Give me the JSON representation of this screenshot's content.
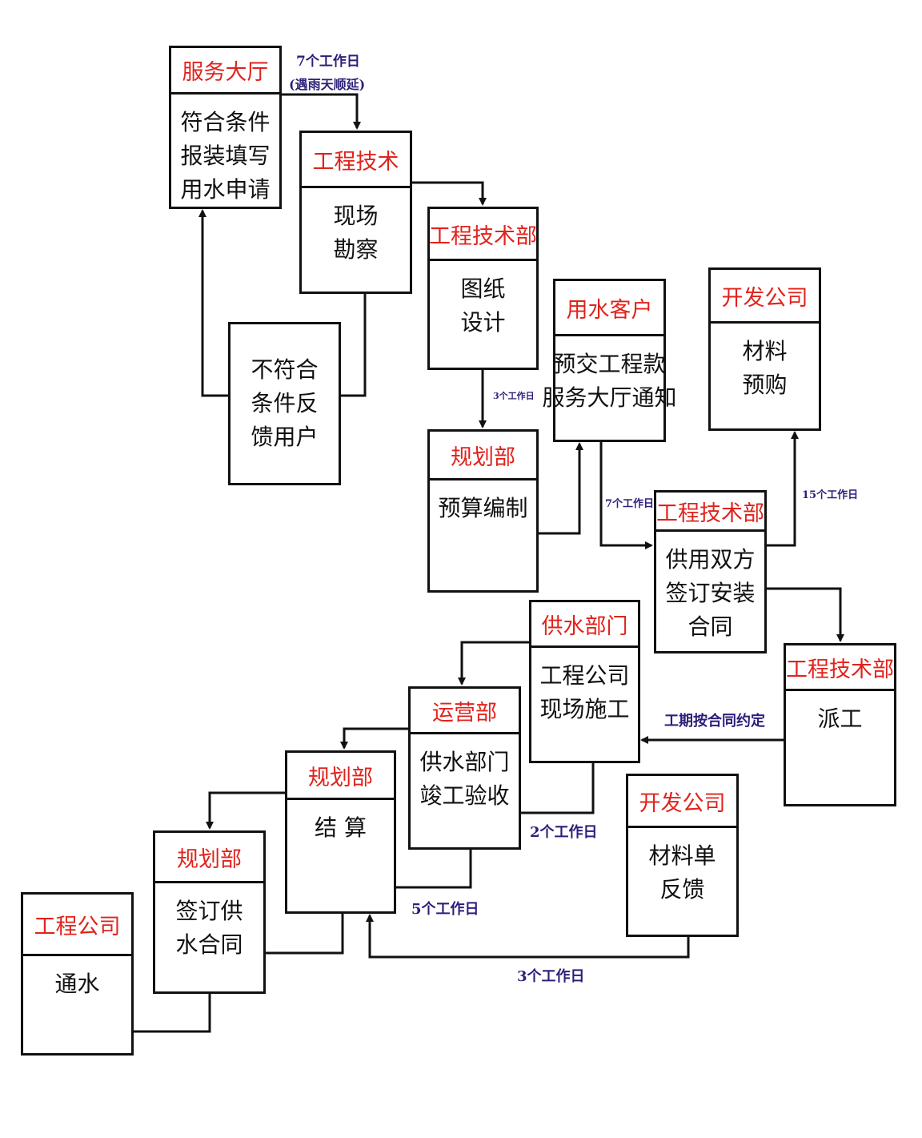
{
  "nodes": [
    {
      "header": "服务大厅",
      "lines": [
        "符合条件",
        "报装填写",
        "用水申请"
      ]
    },
    {
      "header": "工程技术",
      "lines": [
        "现场",
        "勘察"
      ]
    },
    {
      "header": "",
      "lines": [
        "不符合",
        "条件反",
        "馈用户"
      ]
    },
    {
      "header": "工程技术部",
      "lines": [
        "图纸",
        "设计"
      ]
    },
    {
      "header": "规划部",
      "lines": [
        "预算编制"
      ]
    },
    {
      "header": "用水客户",
      "lines": [
        "预交工程款",
        "服务大厅通知"
      ]
    },
    {
      "header": "开发公司",
      "lines": [
        "材料",
        "预购"
      ]
    },
    {
      "header": "工程技术部",
      "lines": [
        "供用双方",
        "签订安装",
        "合同"
      ]
    },
    {
      "header": "工程技术部",
      "lines": [
        "派工"
      ]
    },
    {
      "header": "供水部门",
      "lines": [
        "工程公司",
        "现场施工"
      ]
    },
    {
      "header": "运营部",
      "lines": [
        "供水部门",
        "竣工验收"
      ]
    },
    {
      "header": "规划部",
      "lines": [
        "结 算"
      ]
    },
    {
      "header": "开发公司",
      "lines": [
        "材料单",
        "反馈"
      ]
    },
    {
      "header": "规划部",
      "lines": [
        "签订供",
        "水合同"
      ]
    },
    {
      "header": "工程公司",
      "lines": [
        "通水"
      ]
    }
  ],
  "labels": [
    "7个工作日",
    "(遇雨天顺延)",
    "3个工作日",
    "7个工作日",
    "15个工作日",
    "工期按合同约定",
    "2个工作日",
    "5个工作日",
    "3个工作日"
  ],
  "colors": {
    "header": "#e0231c",
    "annotation": "#2a1f7a",
    "line": "#111111"
  }
}
